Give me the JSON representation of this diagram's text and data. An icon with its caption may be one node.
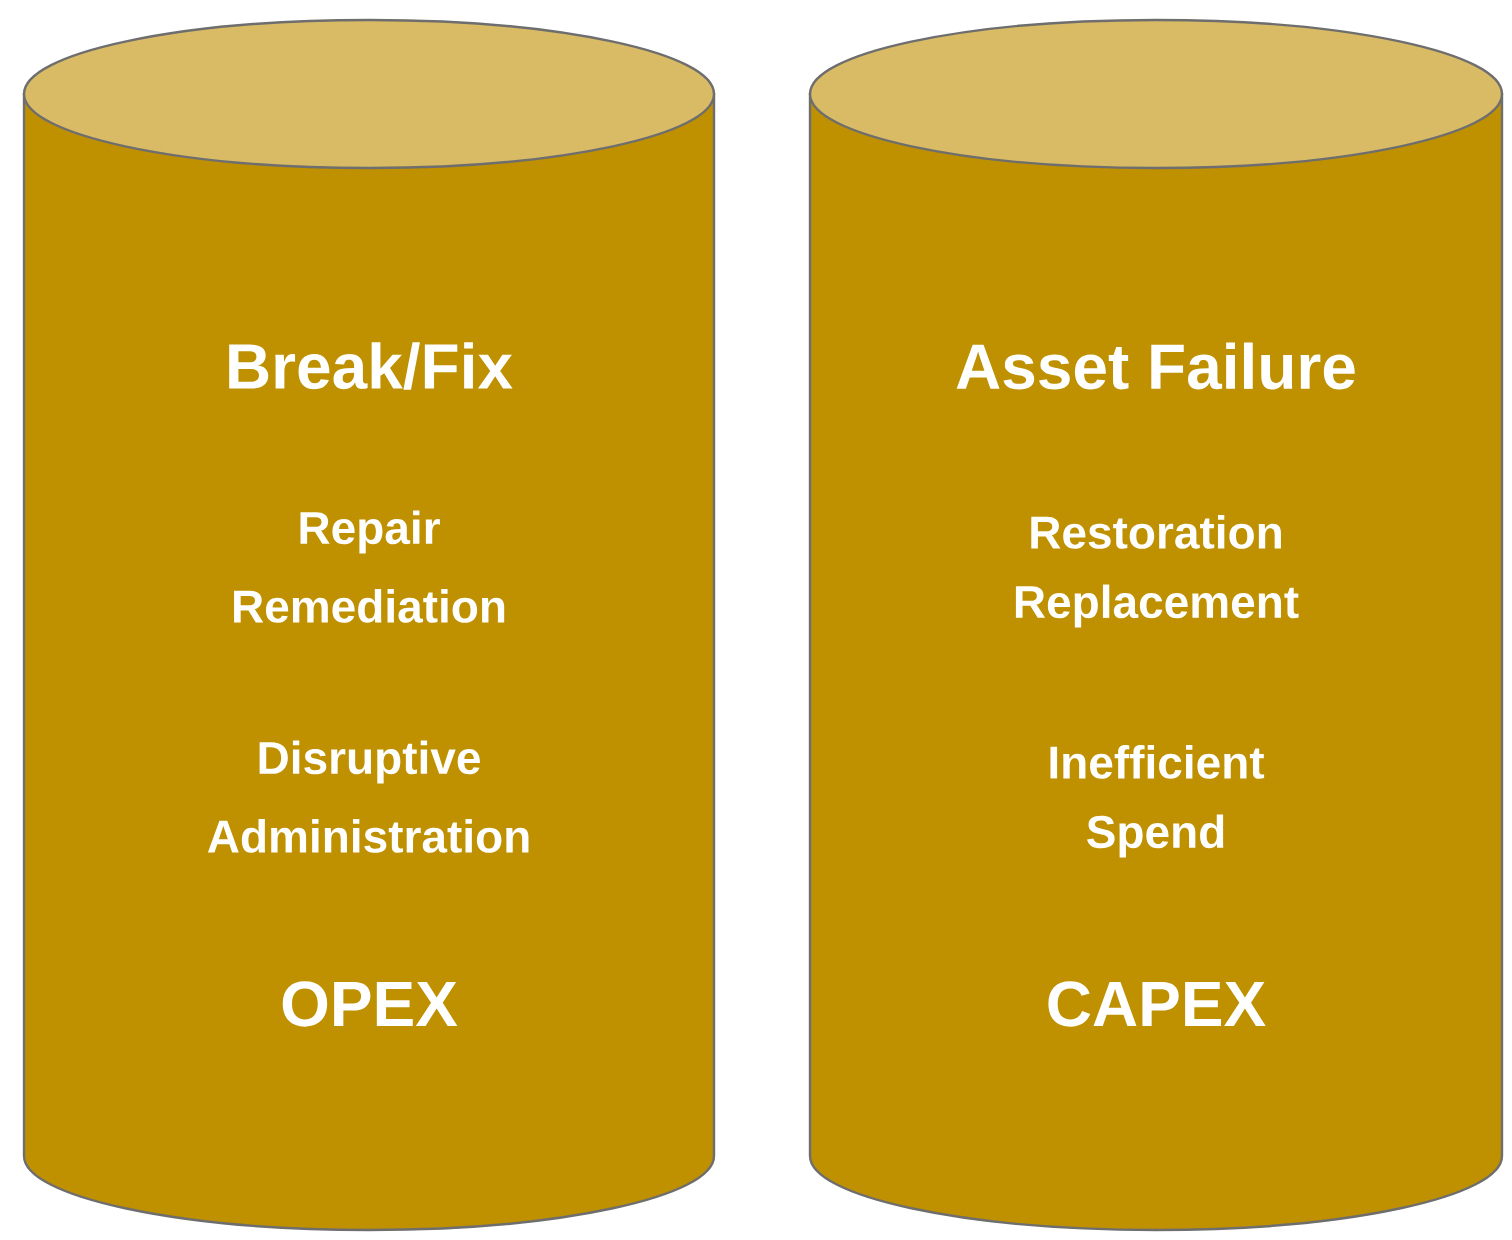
{
  "diagram": {
    "nodes": [
      {
        "text": [
          "Break/Fix",
          "Repair",
          "Remediation",
          "Disruptive",
          "Administration",
          "OPEX"
        ]
      },
      {
        "text": [
          "Asset Failure",
          "Restoration",
          "Replacement",
          "Inefficient",
          "Spend",
          "CAPEX"
        ]
      }
    ]
  }
}
